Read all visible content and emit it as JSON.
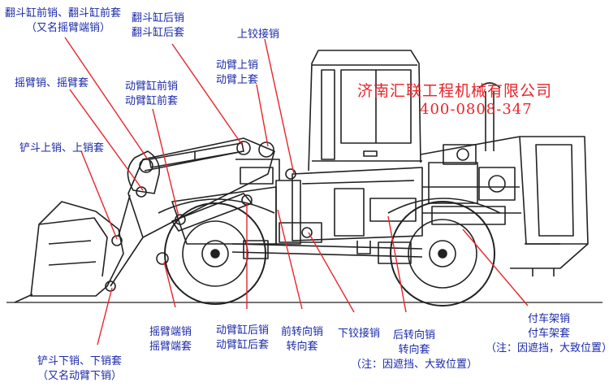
{
  "watermark": {
    "company": "济南汇联工程机械有限公司",
    "phone": "400-0808-347",
    "color": "#e8252a"
  },
  "label_color": "#1a2aa8",
  "leader_color": "#e8252a",
  "labels": {
    "bucket_cyl_front": {
      "line1": "翻斗缸前销、翻斗缸前套",
      "line2": "（又名摇臂端销）"
    },
    "bucket_cyl_rear": {
      "line1": "翻斗缸后销",
      "line2": "翻斗缸后套"
    },
    "upper_hinge": {
      "line1": "上铰接销"
    },
    "boom_upper": {
      "line1": "动臂上销",
      "line2": "动臂上套"
    },
    "rocker_pin": {
      "line1": "摇臂销、摇臂套"
    },
    "boom_cyl_front": {
      "line1": "动臂缸前销",
      "line2": "动臂缸前套"
    },
    "bucket_upper": {
      "line1": "铲斗上销、上销套"
    },
    "rocker_end": {
      "line1": "摇臂端销",
      "line2": "摇臂端套"
    },
    "boom_cyl_rear": {
      "line1": "动臂缸后销",
      "line2": "动臂缸后套"
    },
    "front_steer": {
      "line1": "前转向销",
      "line2": "转向套"
    },
    "lower_hinge": {
      "line1": "下铰接销"
    },
    "rear_steer": {
      "line1": "后转向销",
      "line2": "转向套",
      "note": "（注：因遮挡、大致位置）"
    },
    "sub_frame": {
      "line1": "付车架销",
      "line2": "付车架套",
      "note": "（注：因遮挡，大致位置）"
    },
    "bucket_lower": {
      "line1": "铲斗下销、下销套",
      "line2": "（又名动臂下销）"
    }
  }
}
